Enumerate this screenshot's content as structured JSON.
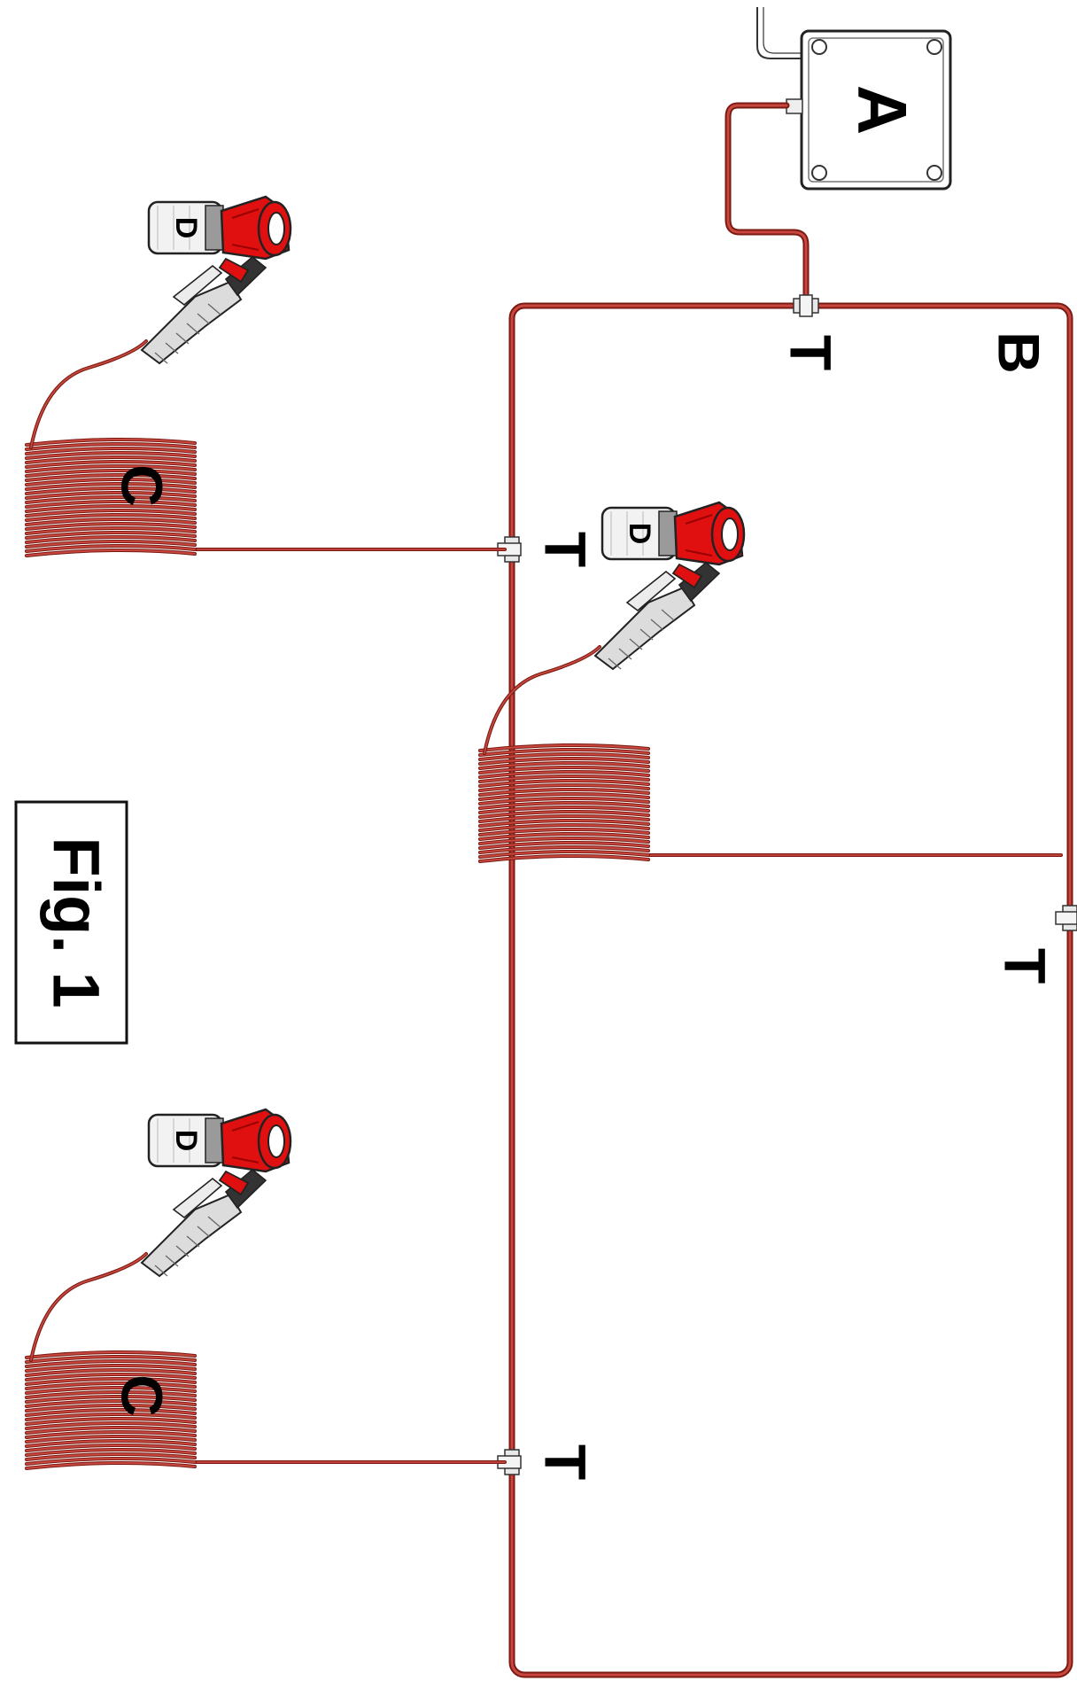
{
  "figure": {
    "caption": "Fig. 1"
  },
  "labels": {
    "unit": "A",
    "main_line": "B",
    "hose": "C",
    "gun": "D",
    "tee": "T"
  },
  "colors": {
    "hose_outline": "#7a1a12",
    "hose_fill": "#c8473f",
    "gun_red": "#e01010",
    "gun_dark": "#9a0000",
    "metal": "#dcdcdc",
    "outline": "#222222"
  }
}
